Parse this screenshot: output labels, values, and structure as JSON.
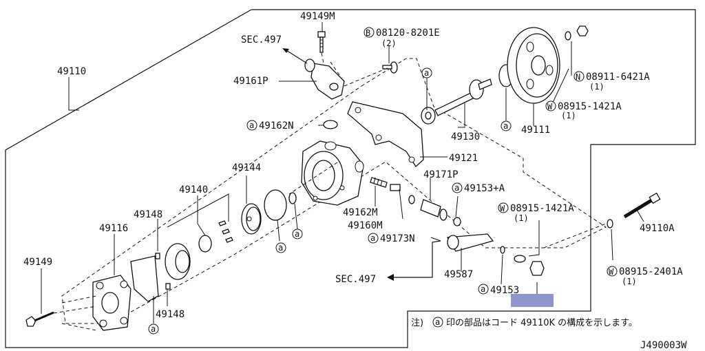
{
  "diagram": {
    "ref_code": "J490003W",
    "marker_a": "a",
    "marker_b": "B",
    "marker_n": "N",
    "marker_w": "W",
    "labels": {
      "p49110": "49110",
      "p49149m": "49149M",
      "sec497_top": "SEC.497",
      "b08120": "08120-8201E",
      "b08120_qty": "(2)",
      "p49161p": "49161P",
      "n08911": "08911-6421A",
      "n08911_qty": "(1)",
      "w08915_top": "08915-1421A",
      "w08915_top_qty": "(1)",
      "p49162n": "49162N",
      "p49130": "49130",
      "p49111": "49111",
      "p49121": "49121",
      "p49144": "49144",
      "p49171p": "49171P",
      "p49153a": "49153+A",
      "p49140": "49140",
      "p49162m": "49162M",
      "p49160m": "49160M",
      "w08915_mid": "08915-1421A",
      "w08915_mid_qty": "(1)",
      "p49148_top": "49148",
      "p49116": "49116",
      "p49173n": "49173N",
      "p49110a": "49110A",
      "p49149": "49149",
      "sec497_bottom": "SEC.497",
      "p49587": "49587",
      "w08915_2401": "08915-2401A",
      "w08915_2401_qty": "(1)",
      "p49153": "49153",
      "p49148_bottom": "49148"
    },
    "note": {
      "prefix": "注)",
      "text": "印の部品はコード 49110K の構成を示します。"
    },
    "highlight_color": "#8f96cc"
  }
}
